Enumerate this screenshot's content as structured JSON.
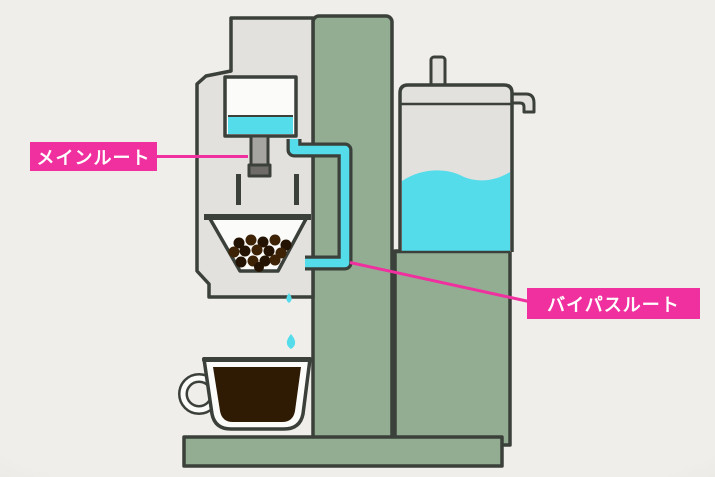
{
  "annotations": {
    "main_route": {
      "text": "メインルート"
    },
    "bypass_route": {
      "text": "バイパスルート"
    }
  },
  "colors": {
    "background": "#f0eeea",
    "label_bg": "#f0309f",
    "label_text": "#ffffff",
    "green": "#92ad92",
    "body_gray": "#e3e1de",
    "white": "#fbfbf9",
    "outline": "#3b403b",
    "cyan": "#55dcea",
    "coffee": "#2f1a04",
    "bean": "#241302",
    "bean_alt": "#3d2206",
    "spout_gray": "#a7a5a2"
  },
  "diagram_parts": [
    "brew-tower",
    "water-tank",
    "water-tank-stand",
    "machine-body",
    "dispenser-window",
    "filter-funnel",
    "bypass-tube",
    "water-drips",
    "coffee-cup",
    "machine-base"
  ]
}
